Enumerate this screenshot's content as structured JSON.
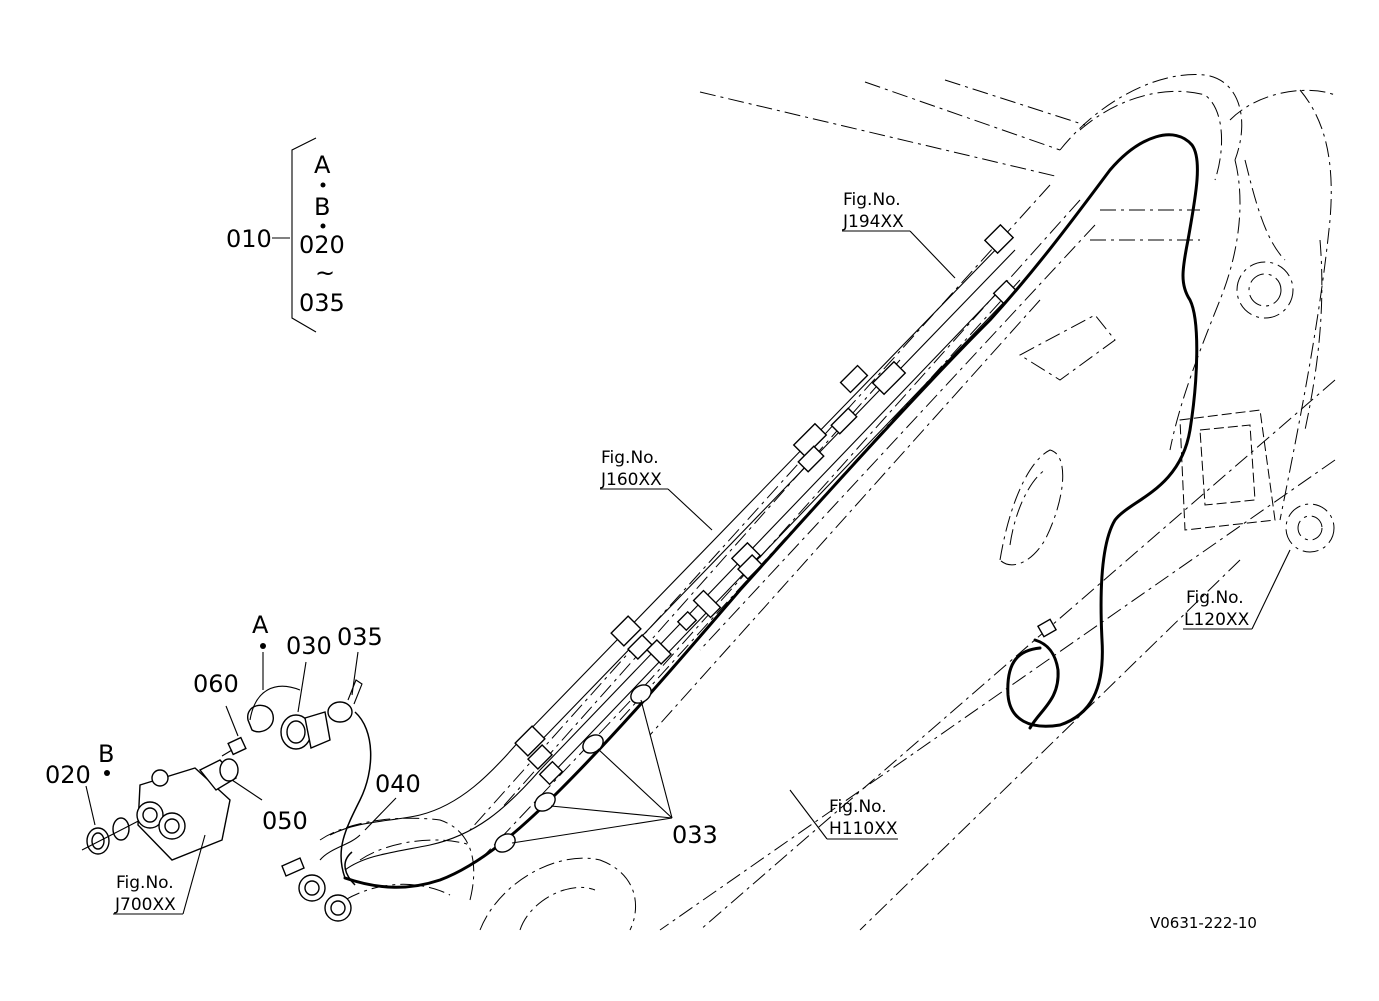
{
  "group": {
    "main": "010",
    "items": [
      "A",
      "B",
      "020",
      "~",
      "035"
    ]
  },
  "callouts": {
    "p020": "020",
    "p030": "030",
    "p033": "033",
    "p035": "035",
    "p040": "040",
    "p050": "050",
    "p060": "060",
    "A": "A",
    "B": "B"
  },
  "fig_refs": [
    {
      "title": "Fig.No.",
      "code": "J194XX"
    },
    {
      "title": "Fig.No.",
      "code": "J160XX"
    },
    {
      "title": "Fig.No.",
      "code": "L120XX"
    },
    {
      "title": "Fig.No.",
      "code": "H110XX"
    },
    {
      "title": "Fig.No.",
      "code": "J700XX"
    }
  ],
  "drawing_id": "V0631-222-10"
}
